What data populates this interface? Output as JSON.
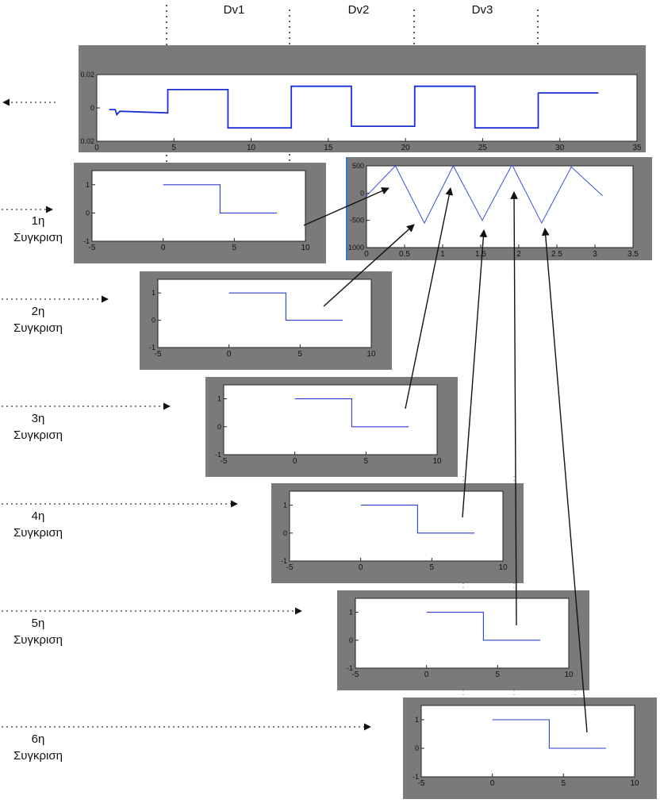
{
  "column_labels": [
    "Dv1",
    "Dv2",
    "Dv3"
  ],
  "comparison_labels": [
    {
      "ordinal": "1η",
      "word": "Συγκριση"
    },
    {
      "ordinal": "2η",
      "word": "Συγκριση"
    },
    {
      "ordinal": "3η",
      "word": "Συγκριση"
    },
    {
      "ordinal": "4η",
      "word": "Συγκριση"
    },
    {
      "ordinal": "5η",
      "word": "Συγκριση"
    },
    {
      "ordinal": "6η",
      "word": "Συγκριση"
    }
  ],
  "colors": {
    "panel": "#7a7a7a",
    "axes_bg": "#ffffff",
    "signal": "#1b2fd6",
    "step": "#2a3fd0",
    "arrow": "#111111"
  },
  "chart_data": [
    {
      "id": "signal",
      "type": "line",
      "title": "",
      "xlim": [
        0,
        35
      ],
      "ylim": [
        -0.02,
        0.02
      ],
      "x_ticks": [
        0,
        5,
        10,
        15,
        20,
        25,
        30,
        35
      ],
      "x_tick_labels": [
        "0",
        "5",
        "10",
        "15",
        "20",
        "25",
        "30",
        "35"
      ],
      "y_ticks": [
        0.02,
        0,
        -0.02
      ],
      "y_tick_labels": [
        "0.02",
        "0",
        "0.02"
      ],
      "series": [
        {
          "x": [
            0.8,
            1.2,
            1.3,
            1.5,
            4.6,
            4.6,
            8.5,
            8.5,
            12.6,
            12.6,
            16.5,
            16.5,
            20.6,
            20.6,
            24.5,
            24.5,
            28.6,
            28.6,
            32.5
          ],
          "y": [
            -0.001,
            -0.001,
            -0.004,
            -0.002,
            -0.003,
            0.011,
            0.011,
            -0.012,
            -0.012,
            0.013,
            0.013,
            -0.011,
            -0.011,
            0.013,
            0.013,
            -0.012,
            -0.012,
            0.009,
            0.009
          ]
        }
      ]
    },
    {
      "id": "triangle",
      "type": "line",
      "title": "",
      "xlim": [
        0,
        3.5
      ],
      "ylim": [
        -1000,
        500
      ],
      "x_ticks": [
        0,
        0.5,
        1,
        1.5,
        2,
        2.5,
        3,
        3.5
      ],
      "x_tick_labels": [
        "0",
        "0.5",
        "1",
        "1.5",
        "2",
        "2.5",
        "3",
        "3.5"
      ],
      "y_ticks": [
        500,
        0,
        -500,
        -1000
      ],
      "y_tick_labels": [
        "500",
        "0",
        "-500",
        "-1000"
      ],
      "series": [
        {
          "x": [
            0,
            0.38,
            0.76,
            1.14,
            1.52,
            1.91,
            2.3,
            2.69,
            3.1
          ],
          "y": [
            -50,
            500,
            -550,
            500,
            -500,
            520,
            -550,
            480,
            -50
          ]
        }
      ]
    },
    {
      "id": "step-template",
      "type": "line",
      "title": "",
      "xlim": [
        -5,
        10
      ],
      "ylim": [
        -1,
        1.5
      ],
      "x_ticks": [
        -5,
        0,
        5,
        10
      ],
      "x_tick_labels": [
        "-5",
        "0",
        "5",
        "10"
      ],
      "y_ticks": [
        1,
        0,
        -1
      ],
      "y_tick_labels": [
        "1",
        "0",
        "-1"
      ],
      "series": [
        {
          "x": [
            0,
            4,
            4,
            8
          ],
          "y": [
            1,
            1,
            0,
            0
          ]
        }
      ]
    }
  ]
}
